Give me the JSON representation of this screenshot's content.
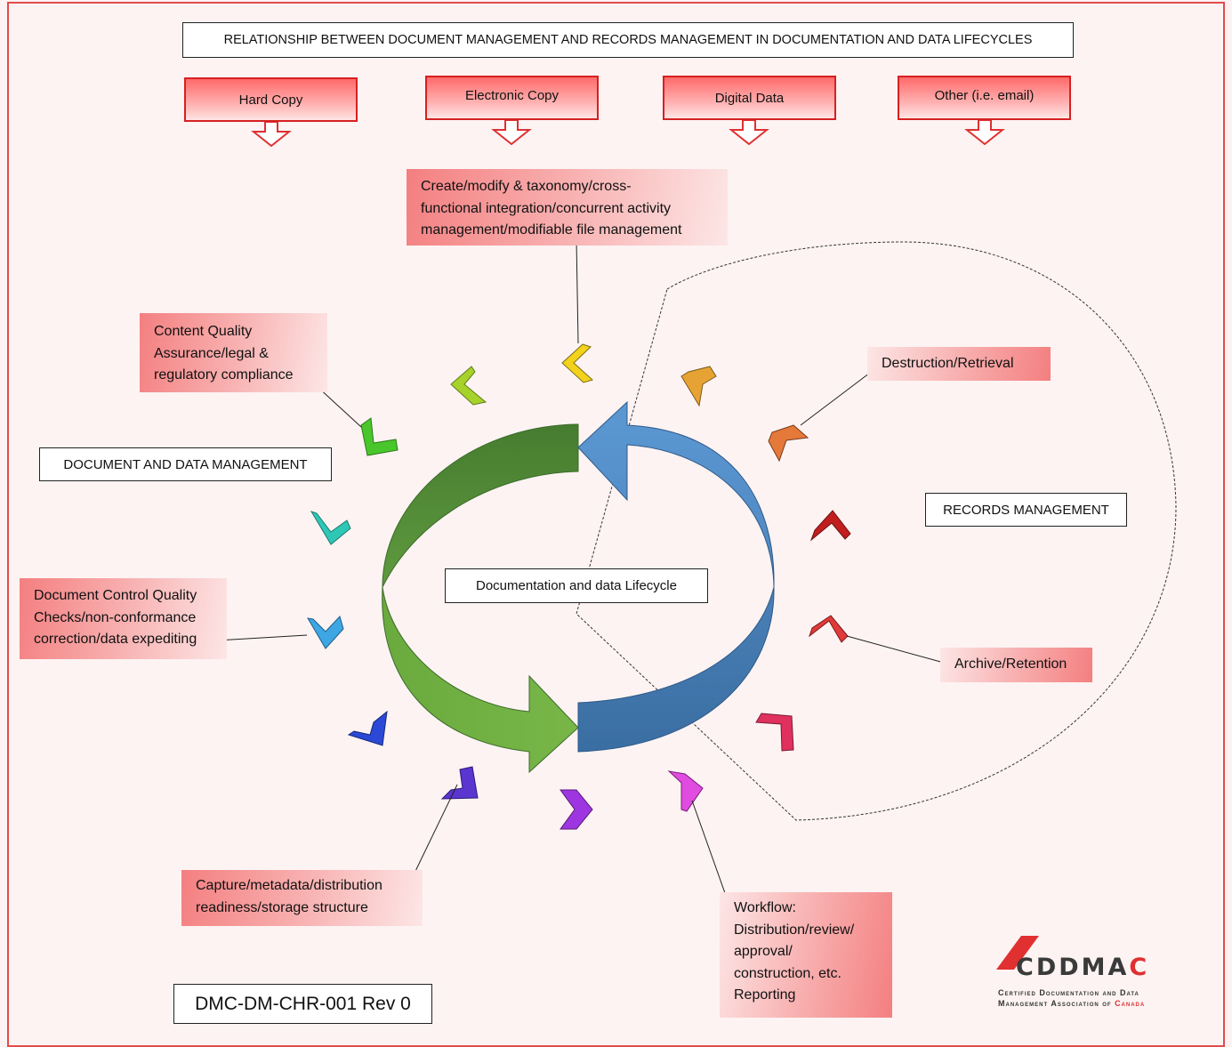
{
  "title": "RELATIONSHIP BETWEEN DOCUMENT MANAGEMENT AND RECORDS MANAGEMENT IN DOCUMENTATION AND DATA LIFECYCLES",
  "sources": [
    "Hard Copy",
    "Electronic Copy",
    "Digital Data",
    "Other (i.e. email)"
  ],
  "sections": {
    "document_and_data_management": "DOCUMENT AND DATA MANAGEMENT",
    "records_management": "RECORDS MANAGEMENT"
  },
  "center_label": "Documentation and data Lifecycle",
  "stages": {
    "create": [
      "Create/modify & taxonomy/cross-",
      "functional integration/concurrent activity",
      "management/modifiable file management"
    ],
    "content_quality": [
      "Content Quality",
      "Assurance/legal &",
      "regulatory compliance"
    ],
    "document_control": [
      "Document Control Quality",
      "Checks/non-conformance",
      "correction/data expediting"
    ],
    "capture": [
      "Capture/metadata/distribution",
      "readiness/storage structure"
    ],
    "workflow": [
      "Workflow:",
      "Distribution/review/",
      "approval/",
      "construction, etc.",
      "Reporting"
    ],
    "destruction": "Destruction/Retrieval",
    "archive": "Archive/Retention"
  },
  "document_id": "DMC-DM-CHR-001 Rev 0",
  "logo": {
    "name_main": "CDDMA",
    "name_accent": "C",
    "tagline_line1": "Certified Documentation and Data",
    "tagline_line2_main": "Management Association of ",
    "tagline_line2_accent": "Canada"
  },
  "colors": {
    "accent_red": "#e03030",
    "green_arrow": "#6aaa3e",
    "blue_arrow": "#4f86c0",
    "chevrons": [
      "#f3d21b",
      "#a6d22a",
      "#49c62b",
      "#2ec7b6",
      "#3ea6e2",
      "#2b49d6",
      "#5a35cf",
      "#9d36e0",
      "#e04be0",
      "#e0305e",
      "#e03a3a",
      "#c21e1e",
      "#e4793a",
      "#e6a334"
    ]
  }
}
